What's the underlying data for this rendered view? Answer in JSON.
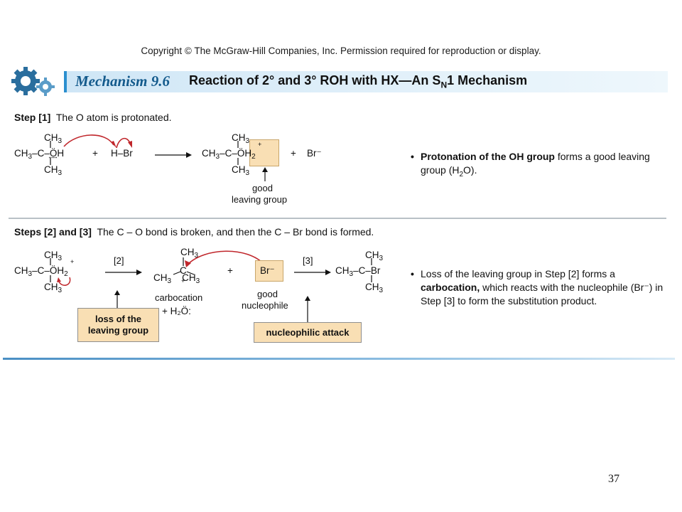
{
  "copyright": "Copyright © The McGraw-Hill Companies, Inc. Permission required for reproduction or display.",
  "banner": {
    "label": "Mechanism 9.6",
    "title_main": "Reaction of 2° and 3° ROH with HX—An S",
    "title_sub": "N",
    "title_end": "1 Mechanism"
  },
  "step1": {
    "head_bold": "Step [1]",
    "head_text": "The O atom is protonated.",
    "note_bold": "Protonation of the OH group",
    "note_text": "forms a good leaving group (H",
    "note_sub": "2",
    "note_end": "O).",
    "good_label": "good",
    "leaving_label": "leaving group",
    "plus1": "+",
    "plus2": "+",
    "hbr": "H–Br",
    "br_minus": "Br⁻"
  },
  "step23": {
    "head_bold": "Steps [2] and [3]",
    "head_text": "The C – O bond is broken, and then the C – Br bond is formed.",
    "arrow2_label": "[2]",
    "arrow3_label": "[3]",
    "carbocation_label": "carbocation",
    "water": "+ H₂Ö:",
    "plus": "+",
    "br_minus": "Br⁻",
    "good_label": "good",
    "nucleophile_label": "nucleophile",
    "tag_loss": "loss of the leaving group",
    "tag_attack": "nucleophilic attack",
    "note_text1": "Loss of the leaving group in Step [2] forms a",
    "note_bold": "carbocation,",
    "note_text2": "which reacts with the nucleophile (Br⁻) in Step [3] to form the substitution product."
  },
  "page_number": "37"
}
